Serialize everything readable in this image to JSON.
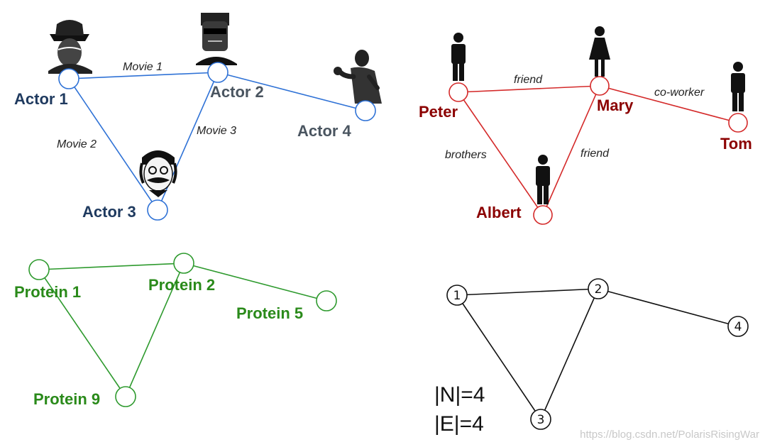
{
  "actors_graph": {
    "color_edge": "#2f72d6",
    "color_label_dark": "#1f3a5f",
    "color_label_gray": "#4a5560",
    "nodes": [
      {
        "label": "Actor 1",
        "icon": "hat-man-portrait-icon"
      },
      {
        "label": "Actor 2",
        "icon": "sunglasses-man-portrait-icon"
      },
      {
        "label": "Actor 3",
        "icon": "mustache-man-portrait-icon"
      },
      {
        "label": "Actor 4",
        "icon": "martial-artist-portrait-icon"
      }
    ],
    "edges": [
      {
        "label": "Movie 1"
      },
      {
        "label": "Movie 2"
      },
      {
        "label": "Movie 3"
      },
      {
        "label": ""
      }
    ]
  },
  "social_graph": {
    "color": "#d42a2a",
    "label_color": "#8b0000",
    "nodes": [
      {
        "label": "Peter",
        "icon": "man-silhouette-icon"
      },
      {
        "label": "Mary",
        "icon": "woman-silhouette-icon"
      },
      {
        "label": "Albert",
        "icon": "man-silhouette-icon"
      },
      {
        "label": "Tom",
        "icon": "man-silhouette-icon"
      }
    ],
    "edges": [
      {
        "label": "friend"
      },
      {
        "label": "brothers"
      },
      {
        "label": "friend"
      },
      {
        "label": "co-worker"
      }
    ]
  },
  "protein_graph": {
    "color": "#2e9a2e",
    "label_color": "#2a8a1a",
    "nodes": [
      {
        "label": "Protein 1"
      },
      {
        "label": "Protein 2"
      },
      {
        "label": "Protein 5"
      },
      {
        "label": "Protein 9"
      }
    ]
  },
  "abstract_graph": {
    "nodes": [
      {
        "label": "1"
      },
      {
        "label": "2"
      },
      {
        "label": "3"
      },
      {
        "label": "4"
      }
    ],
    "n_text": "|N|=4",
    "e_text": "|E|=4"
  },
  "watermark": "https://blog.csdn.net/PolarisRisingWar"
}
